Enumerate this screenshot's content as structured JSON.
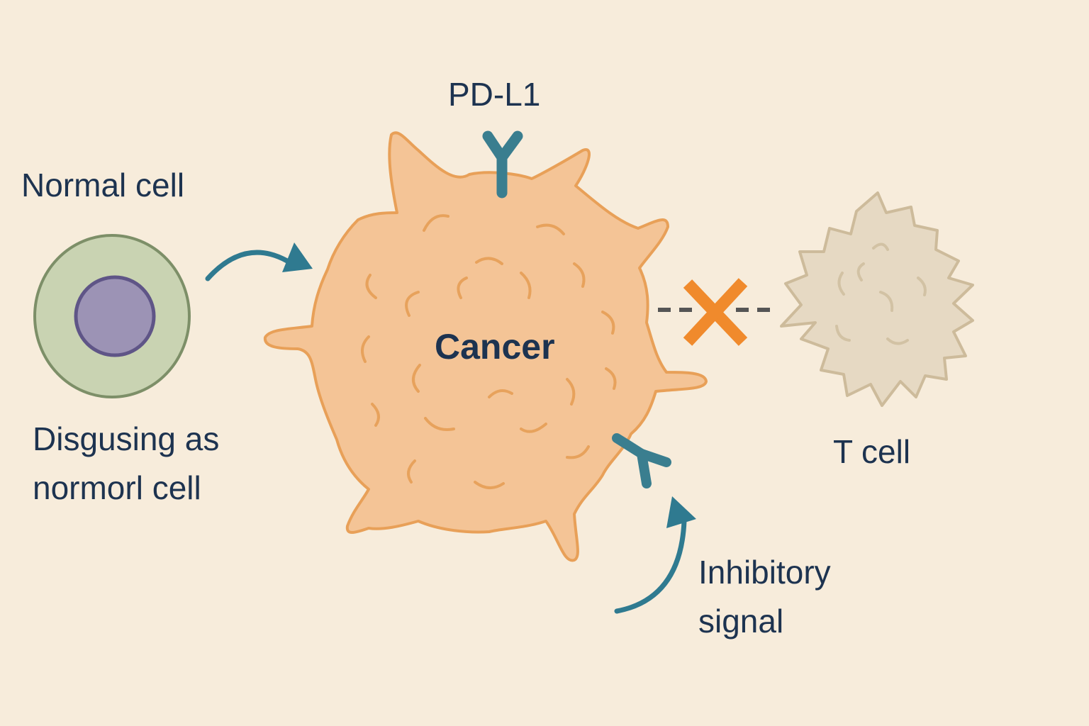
{
  "labels": {
    "pd_l1": "PD-L1",
    "normal_cell": "Normal cell",
    "cancer": "Cancer",
    "t_cell": "T cell",
    "disguise_line1": "Disgusing as",
    "disguise_line2": "normorl cell",
    "inhibitory_line1": "Inhibitory",
    "inhibitory_line2": "signal"
  },
  "colors": {
    "background": "#f7ecdb",
    "text": "#1d3350",
    "normal_cell_fill": "#c9d3b2",
    "normal_cell_stroke": "#7d8f68",
    "nucleus_fill": "#9c93b5",
    "nucleus_stroke": "#5f5587",
    "cancer_fill": "#f4c496",
    "cancer_stroke": "#e8a058",
    "t_cell_fill": "#e6d9c3",
    "t_cell_stroke": "#cdbb9b",
    "receptor": "#3a7e8f",
    "arrow": "#2f7a90",
    "block_x": "#f08a2c",
    "dashed_line": "#555555"
  },
  "icons": {
    "pd_l1_receptor": "y-receptor-icon",
    "inhibitory_receptor": "y-receptor-icon",
    "blocked_interaction": "x-mark-icon"
  }
}
